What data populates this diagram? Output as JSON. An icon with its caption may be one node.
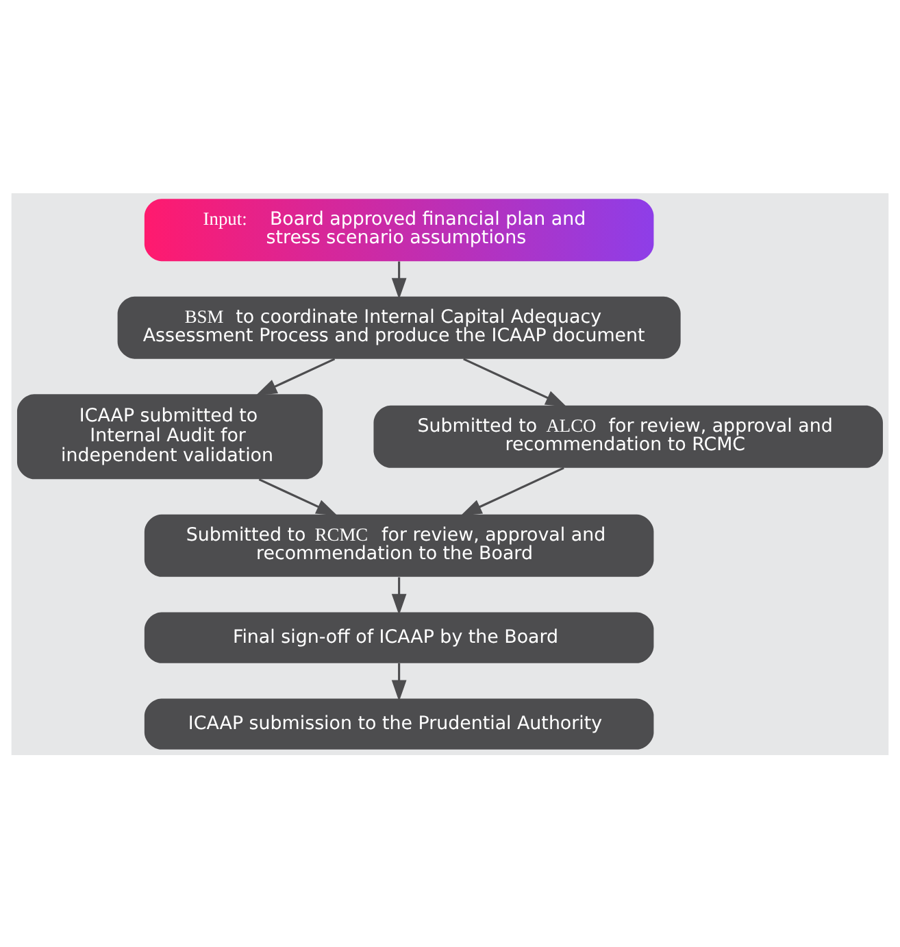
{
  "diagram": {
    "nodes": [
      {
        "text": [
          "**Input:** Board approved financial plan and stress scenario assumptions"
        ]
      },
      {
        "text": [
          "**BSM** to coordinate Internal Capital Adequacy Assessment Process and produce the ICAAP document"
        ]
      },
      {
        "text": [
          "ICAAP submitted to Internal Audit for independent validation"
        ]
      },
      {
        "text": [
          "Submitted to **ALCO** for review, approval and recommendation to RCMC"
        ]
      },
      {
        "text": [
          "Submitted to **RCMC** for review, approval and recommendation to the Board"
        ]
      },
      {
        "text": [
          "Final sign-off of ICAAP by the Board"
        ]
      },
      {
        "text": [
          "ICAAP submission to the Prudential Authority"
        ]
      }
    ],
    "edges": [
      {
        "from": 0,
        "to": 1,
        "arrow": "to"
      },
      {
        "from": 1,
        "to": 2,
        "arrow": "to"
      },
      {
        "from": 1,
        "to": 3,
        "arrow": "to"
      },
      {
        "from": 2,
        "to": 4,
        "arrow": "to"
      },
      {
        "from": 3,
        "to": 4,
        "arrow": "to"
      },
      {
        "from": 4,
        "to": 5,
        "arrow": "to"
      },
      {
        "from": 5,
        "to": 6,
        "arrow": "to"
      }
    ]
  }
}
